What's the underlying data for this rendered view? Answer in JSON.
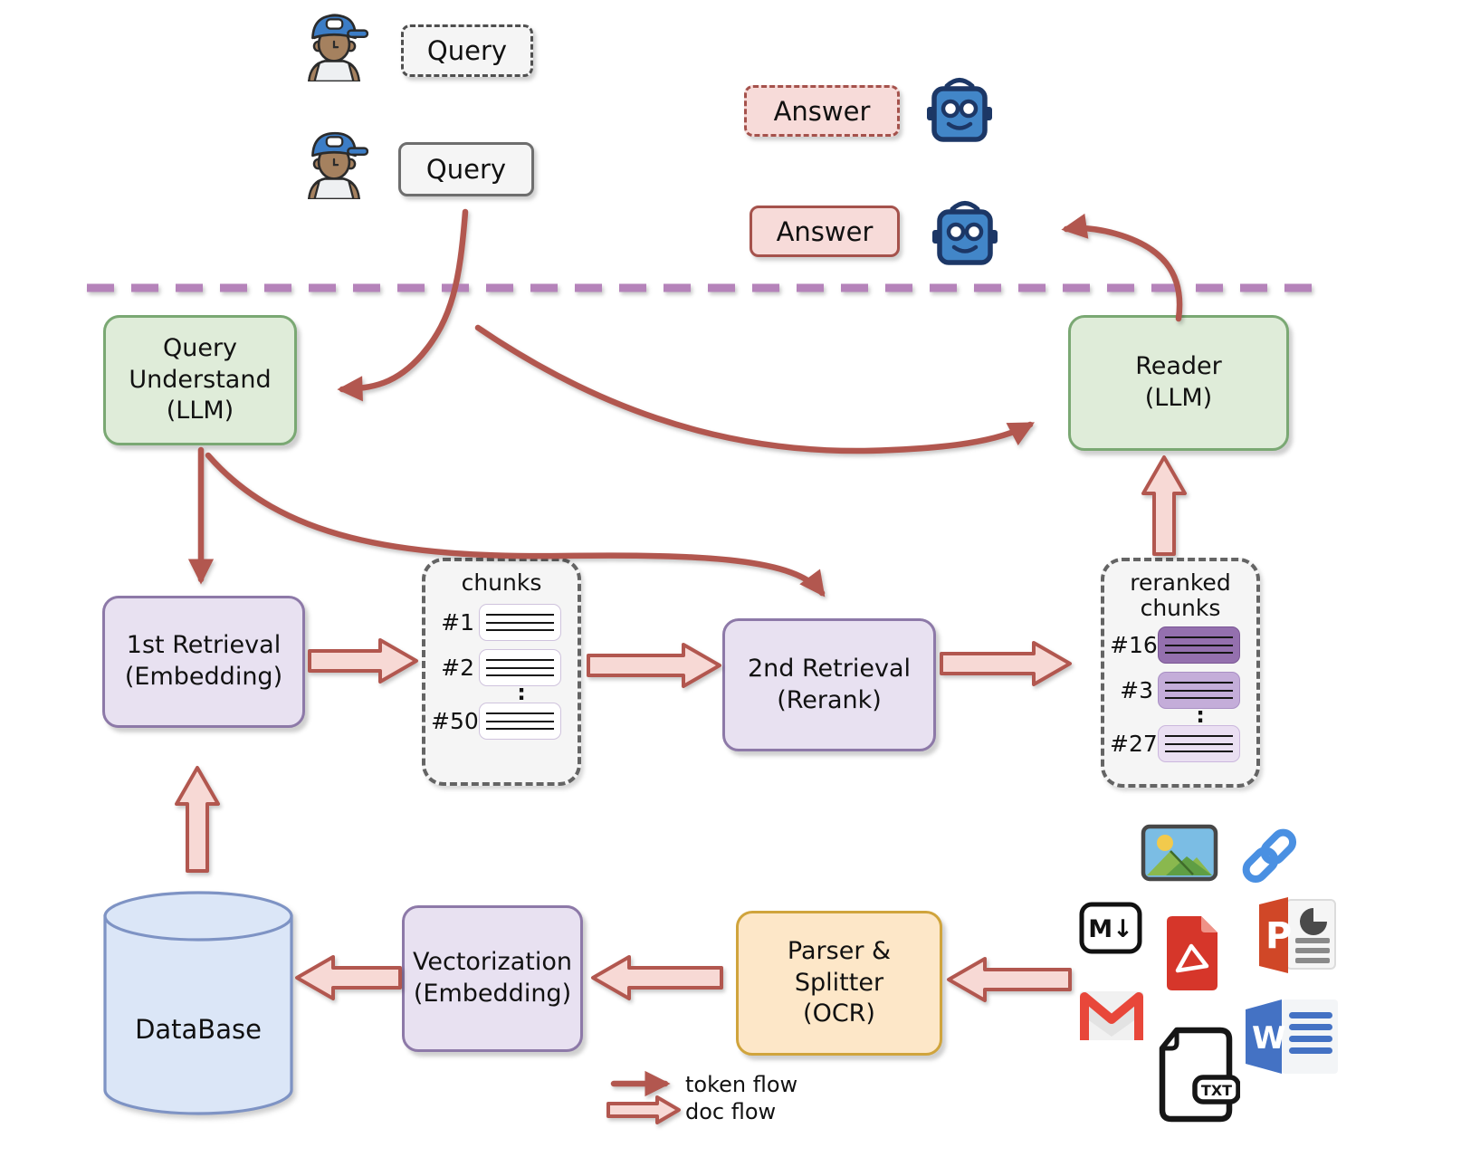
{
  "palette": {
    "token_flow": "#b2574f",
    "doc_flow_fill": "#f7d9d5",
    "divider": "#b583ba",
    "green_bg": "#dfecd9",
    "green_border": "#7aa873",
    "purple_bg": "#e8e1f1",
    "purple_border": "#8d79a8",
    "orange_bg": "#fde7c8",
    "orange_border": "#d0a43c",
    "database_bg": "#dbe6f7",
    "database_border": "#7e93c4",
    "answer_bg": "#f7dbd9",
    "answer_border": "#a5524c",
    "rerank_high": "#9470ae",
    "rerank_mid": "#c4add9",
    "rerank_low": "#eadff2"
  },
  "user_flow": {
    "query_dashed_label": "Query",
    "query_solid_label": "Query",
    "answer_dashed_label": "Answer",
    "answer_solid_label": "Answer"
  },
  "nodes": {
    "query_understand": {
      "line1": "Query",
      "line2": "Understand",
      "line3": "(LLM)"
    },
    "reader": {
      "line1": "Reader",
      "line2": "(LLM)"
    },
    "first_retrieval": {
      "line1": "1st Retrieval",
      "line2": "(Embedding)"
    },
    "second_retrieval": {
      "line1": "2nd Retrieval",
      "line2": "(Rerank)"
    },
    "vectorization": {
      "line1": "Vectorization",
      "line2": "(Embedding)"
    },
    "parser_splitter": {
      "line1": "Parser &",
      "line2": "Splitter",
      "line3": "(OCR)"
    },
    "database": {
      "label": "DataBase"
    }
  },
  "chunks_box": {
    "title": "chunks",
    "items": [
      "#1",
      "#2",
      "#50"
    ],
    "ellipsis": ":"
  },
  "reranked_box": {
    "title_line1": "reranked",
    "title_line2": "chunks",
    "items": [
      "#16",
      "#3",
      "#27"
    ],
    "ellipsis": ":"
  },
  "legend": {
    "token_label": "token flow",
    "doc_label": "doc flow"
  },
  "file_icons": {
    "markdown_label": "M↓",
    "txt_label": "TXT",
    "ppt_letter": "P",
    "word_letter": "W"
  }
}
